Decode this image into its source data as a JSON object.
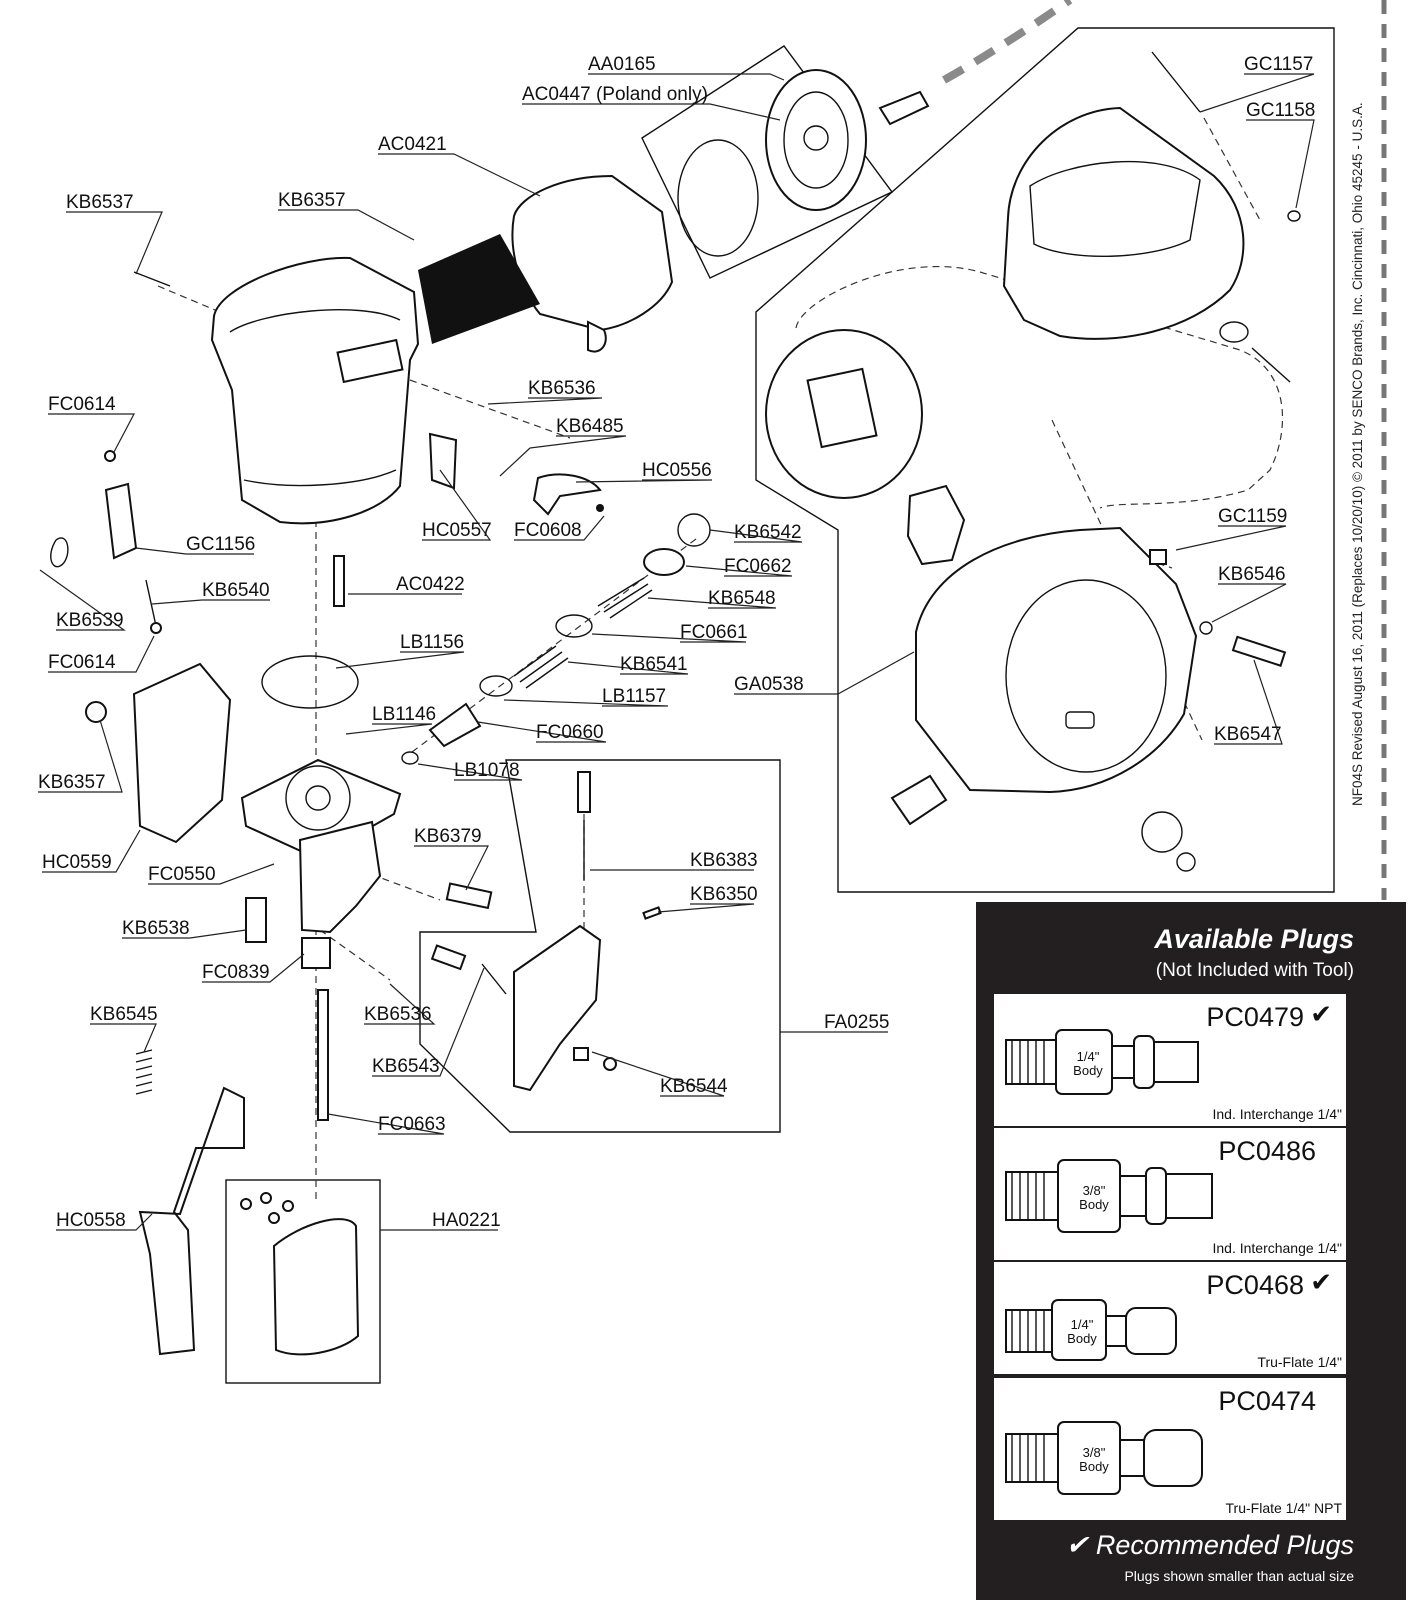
{
  "callouts": [
    {
      "id": "AA0165",
      "text": "AA0165"
    },
    {
      "id": "AC0447",
      "text": "AC0447 (Poland only)"
    },
    {
      "id": "AC0421",
      "text": "AC0421"
    },
    {
      "id": "KB6537",
      "text": "KB6537"
    },
    {
      "id": "KB6357a",
      "text": "KB6357"
    },
    {
      "id": "FC0614a",
      "text": "FC0614"
    },
    {
      "id": "GC1156",
      "text": "GC1156"
    },
    {
      "id": "KB6540",
      "text": "KB6540"
    },
    {
      "id": "KB6539",
      "text": "KB6539"
    },
    {
      "id": "FC0614b",
      "text": "FC0614"
    },
    {
      "id": "KB6536a",
      "text": "KB6536"
    },
    {
      "id": "KB6485",
      "text": "KB6485"
    },
    {
      "id": "HC0556",
      "text": "HC0556"
    },
    {
      "id": "HC0557",
      "text": "HC0557"
    },
    {
      "id": "FC0608",
      "text": "FC0608"
    },
    {
      "id": "AC0422",
      "text": "AC0422"
    },
    {
      "id": "KB6542",
      "text": "KB6542"
    },
    {
      "id": "FC0662",
      "text": "FC0662"
    },
    {
      "id": "KB6548",
      "text": "KB6548"
    },
    {
      "id": "FC0661",
      "text": "FC0661"
    },
    {
      "id": "KB6541",
      "text": "KB6541"
    },
    {
      "id": "LB1157",
      "text": "LB1157"
    },
    {
      "id": "FC0660",
      "text": "FC0660"
    },
    {
      "id": "LB1156",
      "text": "LB1156"
    },
    {
      "id": "LB1146",
      "text": "LB1146"
    },
    {
      "id": "LB1078",
      "text": "LB1078"
    },
    {
      "id": "KB6357b",
      "text": "KB6357"
    },
    {
      "id": "HC0559",
      "text": "HC0559"
    },
    {
      "id": "FC0550",
      "text": "FC0550"
    },
    {
      "id": "KB6379",
      "text": "KB6379"
    },
    {
      "id": "KB6538",
      "text": "KB6538"
    },
    {
      "id": "FC0839",
      "text": "FC0839"
    },
    {
      "id": "KB6536b",
      "text": "KB6536"
    },
    {
      "id": "KB6545",
      "text": "KB6545"
    },
    {
      "id": "KB6543",
      "text": "KB6543"
    },
    {
      "id": "FC0663",
      "text": "FC0663"
    },
    {
      "id": "HC0558",
      "text": "HC0558"
    },
    {
      "id": "HA0221",
      "text": "HA0221"
    },
    {
      "id": "KB6383",
      "text": "KB6383"
    },
    {
      "id": "KB6350",
      "text": "KB6350"
    },
    {
      "id": "FA0255",
      "text": "FA0255"
    },
    {
      "id": "KB6544",
      "text": "KB6544"
    },
    {
      "id": "GC1157",
      "text": "GC1157"
    },
    {
      "id": "GC1158",
      "text": "GC1158"
    },
    {
      "id": "GC1159",
      "text": "GC1159"
    },
    {
      "id": "KB6546",
      "text": "KB6546"
    },
    {
      "id": "GA0538",
      "text": "GA0538"
    },
    {
      "id": "KB6547",
      "text": "KB6547"
    }
  ],
  "side_note": "NF04S  Revised August 16, 2011 (Replaces 10/20/10) © 2011 by SENCO Brands, Inc. Cincinnati, Ohio 45245 - U.S.A.",
  "plugs": {
    "title": "Available Plugs",
    "subtitle": "(Not Included with Tool)",
    "items": [
      {
        "code": "PC0479",
        "recommended": true,
        "body": "1/4\" Body",
        "type": "Ind. Interchange 1/4\""
      },
      {
        "code": "PC0486",
        "recommended": false,
        "body": "3/8\" Body",
        "type": "Ind. Interchange 1/4\""
      },
      {
        "code": "PC0468",
        "recommended": true,
        "body": "1/4\" Body",
        "type": "Tru-Flate 1/4\""
      },
      {
        "code": "PC0474",
        "recommended": false,
        "body": "3/8\" Body",
        "type": "Tru-Flate 1/4\" NPT"
      }
    ],
    "check_mark": "✔",
    "recommended_label": "✔ Recommended Plugs",
    "size_note": "Plugs shown smaller than actual size"
  }
}
